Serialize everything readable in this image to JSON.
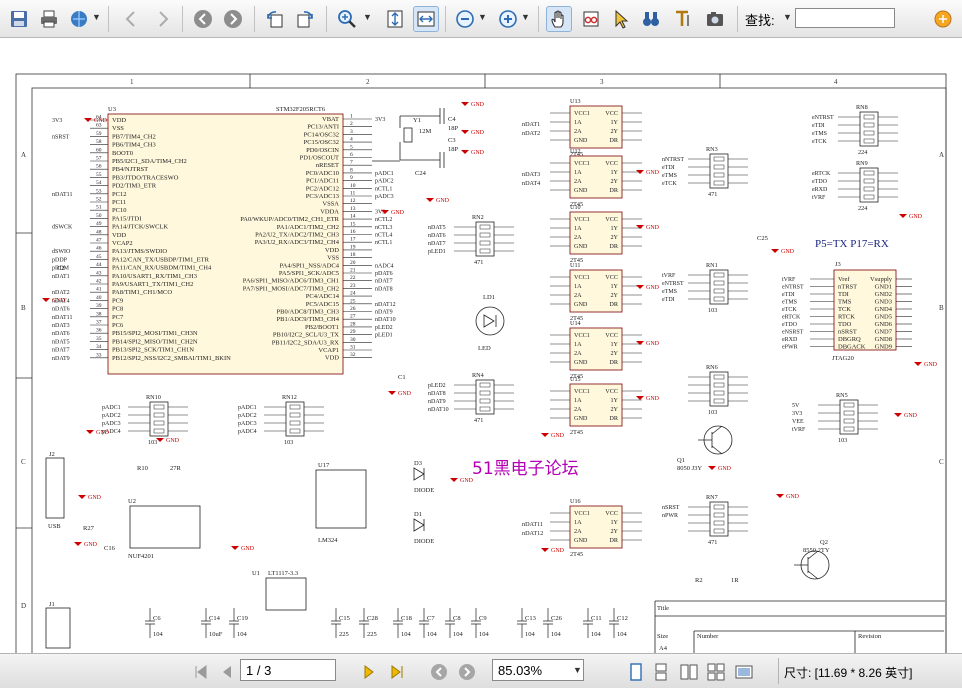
{
  "toolbar": {
    "find_label": "查找:",
    "find_value": ""
  },
  "status": {
    "page": "1 / 3",
    "zoom": "85.03%",
    "size": "尺寸: [11.69 * 8.26 英寸]"
  },
  "schematic": {
    "frame_cols": [
      "1",
      "2",
      "3",
      "4"
    ],
    "frame_rows": [
      "A",
      "B",
      "C",
      "D"
    ],
    "note_jtag": "P5=TX  P17=RX",
    "watermark": "51黑电子论坛",
    "u3": {
      "ref": "U3",
      "part": "STM32F205RCT6",
      "left": [
        [
          "64",
          "VDD"
        ],
        [
          "63",
          "VSS"
        ],
        [
          "59",
          "PB7/TIM4_CH2"
        ],
        [
          "58",
          "PB6/TIM4_CH3"
        ],
        [
          "60",
          "BOOT0"
        ],
        [
          "57",
          "PB5/I2C1_SDA/TIM4_CH2"
        ],
        [
          "56",
          "PB4/NJTRST"
        ],
        [
          "55",
          "PB3/JTDO/TRACESWO"
        ],
        [
          "54",
          "PD2/TIM3_ETR"
        ],
        [
          "53",
          "PC12"
        ],
        [
          "52",
          "PC11"
        ],
        [
          "51",
          "PC10"
        ],
        [
          "50",
          "PA15/JTDI"
        ],
        [
          "49",
          "PA14/JTCK/SWCLK"
        ],
        [
          "48",
          "VDD"
        ],
        [
          "47",
          "VCAP2"
        ],
        [
          "46",
          "PA13/JTMS/SWDIO"
        ],
        [
          "45",
          "PA12/CAN_TX/USBDP/TIM1_ETR"
        ],
        [
          "44",
          "PA11/CAN_RX/USBDM/TIM1_CH4"
        ],
        [
          "43",
          "PA10/USART1_RX/TIM1_CH3"
        ],
        [
          "42",
          "PA9/USART1_TX/TIM1_CH2"
        ],
        [
          "41",
          "PA8/TIM1_CH1/MCO"
        ],
        [
          "40",
          "PC9"
        ],
        [
          "39",
          "PC8"
        ],
        [
          "38",
          "PC7"
        ],
        [
          "37",
          "PC6"
        ],
        [
          "36",
          "PB15/SPI2_MOSI/TIM1_CH3N"
        ],
        [
          "35",
          "PB14/SPI2_MISO/TIM1_CH2N"
        ],
        [
          "34",
          "PB13/SPI2_SCK/TIM1_CH1N"
        ],
        [
          "33",
          "PB12/SPI2_NSS/I2C2_SMBAI/TIM1_BKIN"
        ]
      ],
      "right": [
        [
          "1",
          "VBAT"
        ],
        [
          "2",
          "PC13/ANTI"
        ],
        [
          "3",
          "PC14/OSC32"
        ],
        [
          "4",
          "PC15/OSC32"
        ],
        [
          "5",
          "PD0/OSCIN"
        ],
        [
          "6",
          "PD1/OSCOUT"
        ],
        [
          "7",
          "nRESET"
        ],
        [
          "8",
          "PC0/ADC10"
        ],
        [
          "9",
          "PC1/ADC11"
        ],
        [
          "10",
          "PC2/ADC12"
        ],
        [
          "11",
          "PC3/ADC13"
        ],
        [
          "12",
          "VSSA"
        ],
        [
          "13",
          "VDDA"
        ],
        [
          "14",
          "PA0/WKUP/ADC0/TIM2_CH1_ETR"
        ],
        [
          "15",
          "PA1/ADC1/TIM2_CH2"
        ],
        [
          "16",
          "PA2/U2_TX/ADC2/TIM2_CH3"
        ],
        [
          "17",
          "PA3/U2_RX/ADC3/TIM2_CH4"
        ],
        [
          "19",
          "VDD"
        ],
        [
          "18",
          "VSS"
        ],
        [
          "20",
          "PA4/SPI1_NSS/ADC4"
        ],
        [
          "21",
          "PA5/SPI1_SCK/ADC5"
        ],
        [
          "22",
          "PA6/SPI1_MISO/ADC6/TIM3_CH1"
        ],
        [
          "23",
          "PA7/SPI1_MOSI/ADC7/TIM3_CH2"
        ],
        [
          "24",
          "PC4/ADC14"
        ],
        [
          "25",
          "PC5/ADC15"
        ],
        [
          "26",
          "PB0/ADC8/TIM3_CH3"
        ],
        [
          "27",
          "PB1/ADC9/TIM3_CH4"
        ],
        [
          "28",
          "PB2/BOOT1"
        ],
        [
          "29",
          "PB10/I2C2_SCL/U3_TX"
        ],
        [
          "30",
          "PB11/I2C2_SDA/U3_RX"
        ],
        [
          "31",
          "VCAP1"
        ],
        [
          "32",
          "VDD"
        ]
      ],
      "left_nets": [
        "3V3",
        "",
        "nSRST",
        "",
        "",
        "",
        "",
        "",
        "",
        "nDAT11",
        "",
        "",
        "",
        "dSWCK",
        "",
        "",
        "dSWIO",
        "pDDP",
        "pDDM",
        "nDAT1",
        "",
        "nDAT2",
        "nDAT4",
        "nDAT6",
        "nDAT11",
        "nDAT3",
        "nDAT6",
        "nDAT5",
        "nDAT7",
        "nDAT9"
      ],
      "right_nets": [
        "3V3",
        "",
        "",
        "",
        "",
        "",
        "",
        "pADC1",
        "pADC2",
        "nCTL1",
        "pADC3",
        "",
        "3V3",
        "nCTL2",
        "nCTL3",
        "nCTL4",
        "nCTL1",
        "",
        "",
        "nADC4",
        "pDAT6",
        "nDAT7",
        "nDAT8",
        "",
        "nDAT12",
        "nDAT9",
        "nDAT10",
        "pLED2",
        "pLED1",
        "",
        "",
        ""
      ]
    },
    "crystal": {
      "ref": "Y1",
      "value": "12M",
      "c4": "C4",
      "c3": "C3",
      "cap_value": "18P"
    },
    "buffers": [
      {
        "ref": "U13",
        "part": "2T45",
        "in1": "nDAT1",
        "in2": "nDAT2"
      },
      {
        "ref": "U12",
        "part": "2T45",
        "in1": "nDAT3",
        "in2": "nDAT4"
      },
      {
        "ref": "U10",
        "part": "2T45",
        "in1": "",
        "in2": ""
      },
      {
        "ref": "U11",
        "part": "2T45",
        "in1": "",
        "in2": ""
      },
      {
        "ref": "U14",
        "part": "2T45",
        "in1": "",
        "in2": ""
      },
      {
        "ref": "U15",
        "part": "2T45",
        "in1": "",
        "in2": ""
      },
      {
        "ref": "U16",
        "part": "2T45",
        "in1": "nDAT11",
        "in2": "nDAT12"
      }
    ],
    "buffer_pins": [
      "VCC1",
      "VCC",
      "1A",
      "1Y",
      "2A",
      "2Y",
      "GND",
      "DR"
    ],
    "rnets": [
      {
        "ref": "RN8",
        "value": "224",
        "nets": [
          "eNTRST",
          "eTDI",
          "eTMS",
          "eTCK"
        ]
      },
      {
        "ref": "RN9",
        "value": "224",
        "nets": [
          "eRTCK",
          "eTDO",
          "eRXD",
          "tVRF"
        ]
      },
      {
        "ref": "RN3",
        "value": "471",
        "nets": [
          "nNTRST",
          "eTDI",
          "eTMS",
          "eTCK"
        ]
      },
      {
        "ref": "RN2",
        "value": "471",
        "nets": [
          "nDAT5",
          "nDAT6",
          "nDAT7",
          "pLED1"
        ]
      },
      {
        "ref": "RN1",
        "value": "103",
        "nets": [
          "tVRF",
          "eNTRST",
          "eTMS",
          "eTDI"
        ]
      },
      {
        "ref": "RN4",
        "value": "471",
        "nets": [
          "pLED2",
          "nDAT8",
          "nDAT9",
          "nDAT10"
        ]
      },
      {
        "ref": "RN6",
        "value": "103",
        "nets": [
          "",
          "",
          "",
          ""
        ]
      },
      {
        "ref": "RN10",
        "value": "103",
        "nets": [
          "pADC1",
          "pADC2",
          "pADC3",
          "pADC4"
        ]
      },
      {
        "ref": "RN12",
        "value": "103",
        "nets": [
          "pADC1",
          "pADC2",
          "pADC3",
          "pADC4"
        ]
      },
      {
        "ref": "RN5",
        "value": "103",
        "nets": [
          "5V",
          "3V3",
          "VEE",
          "tVRF"
        ]
      },
      {
        "ref": "RN7",
        "value": "471",
        "nets": [
          "nSRST",
          "nPWR",
          "",
          ""
        ]
      }
    ],
    "j3": {
      "ref": "J3",
      "part": "JTAG20",
      "left": [
        "Vref",
        "nTRST",
        "TDI",
        "TMS",
        "TCK",
        "RTCK",
        "TDO",
        "nSRST",
        "DBGRQ",
        "DBGACK"
      ],
      "right": [
        "Vsupply",
        "GND1",
        "GND2",
        "GND3",
        "GND4",
        "GND5",
        "GND6",
        "GND7",
        "GND8",
        "GND9"
      ],
      "nets": [
        "tVRF",
        "eNTRST",
        "eTDI",
        "eTMS",
        "eTCK",
        "eRTCK",
        "eTDO",
        "eNSRST",
        "eRXD",
        "ePWR"
      ]
    },
    "misc": {
      "ld1": "LD1",
      "led": "LED",
      "q1": "Q1",
      "q1_part": "8050 J3Y",
      "q2": "Q2",
      "q2_part": "8550 2TY",
      "d3": "D3",
      "d1": "D1",
      "diode": "DIODE",
      "u2": "U2",
      "u2_part": "NUF4201",
      "u17": "U17",
      "u17_part": "LM324",
      "u1": "U1",
      "u1_part": "LT1117-3.3",
      "j2": "J2",
      "usb": "USB",
      "j1": "J1",
      "r10": "R10",
      "r10_value": "27R",
      "r2": "R2",
      "r2_value": "1R",
      "r27": "R27",
      "c16": "C16",
      "c2": "C2",
      "c1": "C1",
      "c24": "C24",
      "c25": "C25"
    },
    "caps": [
      {
        "ref": "C6",
        "value": "104"
      },
      {
        "ref": "C14",
        "value": "10uF"
      },
      {
        "ref": "C19",
        "value": "104"
      },
      {
        "ref": "C15",
        "value": "225"
      },
      {
        "ref": "C28",
        "value": "225"
      },
      {
        "ref": "C18",
        "value": "104"
      },
      {
        "ref": "C7",
        "value": "104"
      },
      {
        "ref": "C8",
        "value": "104"
      },
      {
        "ref": "C9",
        "value": "104"
      },
      {
        "ref": "C13",
        "value": "104"
      },
      {
        "ref": "C26",
        "value": "104"
      },
      {
        "ref": "C11",
        "value": "104"
      },
      {
        "ref": "C12",
        "value": "104"
      }
    ],
    "gnd_label": "GND",
    "title_block": {
      "title": "Title",
      "size": "Size",
      "size_value": "A4",
      "number": "Number",
      "revision": "Revision"
    }
  }
}
